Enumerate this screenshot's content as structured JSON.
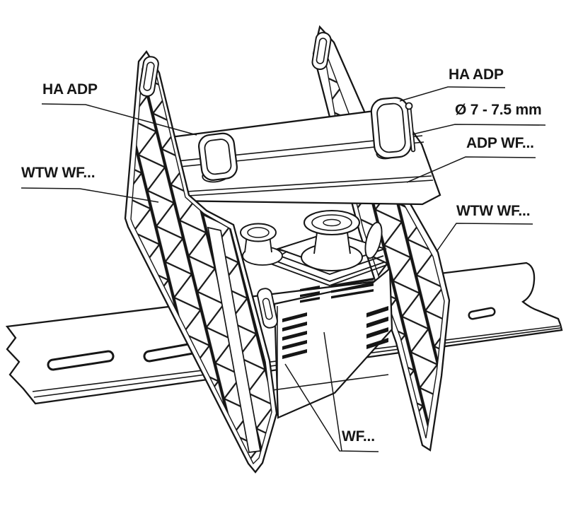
{
  "canvas": {
    "background": "#ffffff",
    "line_color": "#161616"
  },
  "callouts": {
    "ha_adp_left": {
      "text": "HA ADP"
    },
    "wtw_wf_left": {
      "text": "WTW WF..."
    },
    "ha_adp_right": {
      "text": "HA ADP"
    },
    "diameter": {
      "text": "Ø 7 - 7.5 mm"
    },
    "adp_wf": {
      "text": "ADP WF..."
    },
    "wtw_wf_right": {
      "text": "WTW WF..."
    },
    "wf": {
      "text": "WF..."
    }
  }
}
